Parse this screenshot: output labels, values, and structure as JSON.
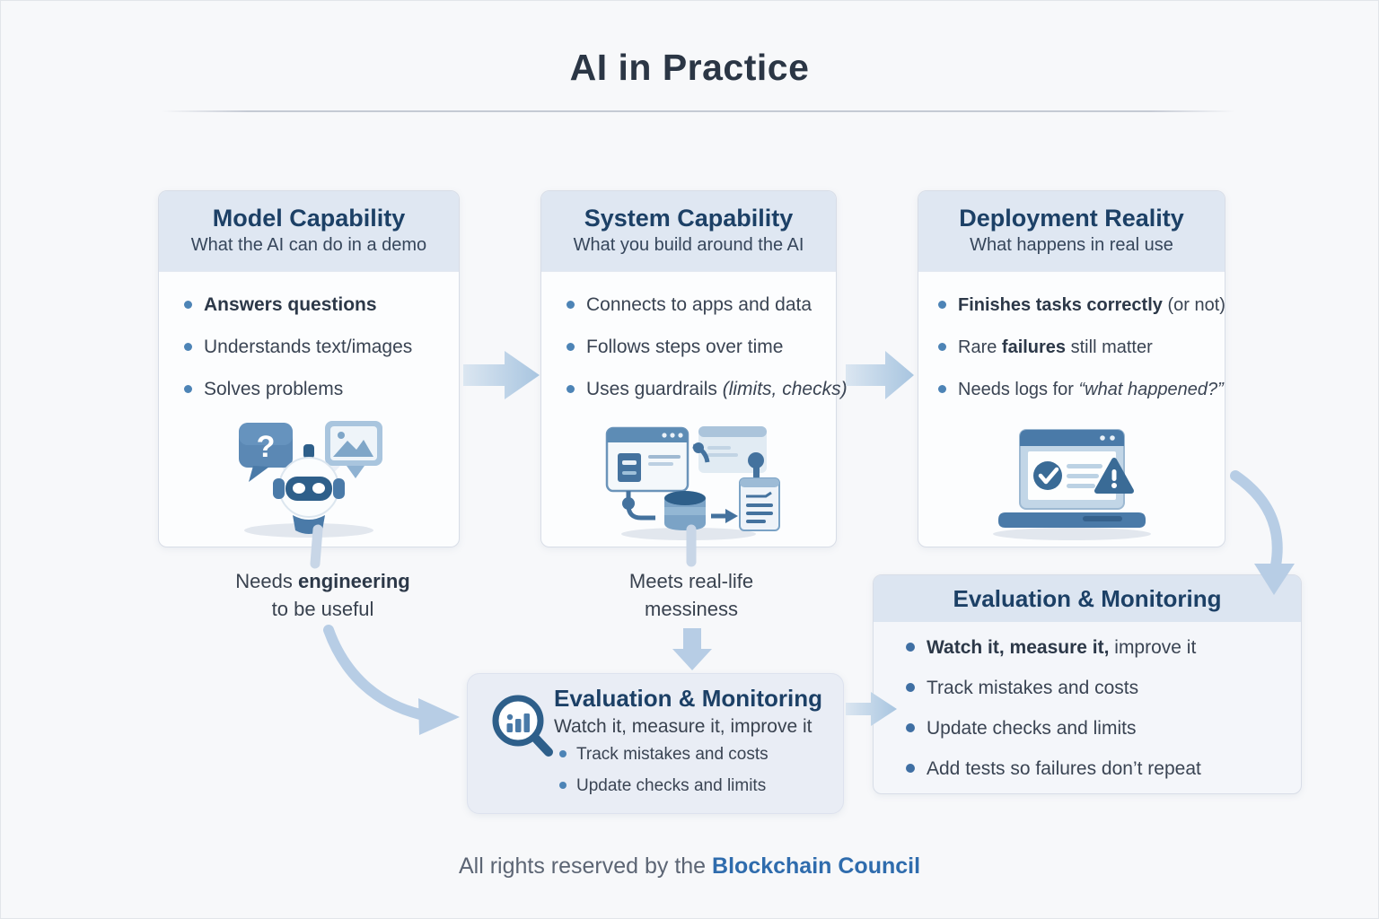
{
  "page": {
    "title": "AI in Practice",
    "footer_prefix": "All rights reserved by the ",
    "footer_brand": "Blockchain Council"
  },
  "colors": {
    "navy": "#1c4066",
    "page_title": "#2b3645",
    "body_text": "#3a4453",
    "bullet_dot": "#4d84b6",
    "arrow_blue": "#b7cde5",
    "header_band": "#dfe7f2",
    "brand_blue": "#2f6cad",
    "icon_dark_blue": "#2e5f8a",
    "icon_mid_blue": "#4a7aa8"
  },
  "cards": {
    "model": {
      "title": "Model Capability",
      "subtitle": "What the AI can do in a demo",
      "icon": "robot-chat-icon",
      "bullets": [
        {
          "segments": [
            {
              "t": "Answers questions",
              "s": "b"
            }
          ]
        },
        {
          "segments": [
            {
              "t": "Understands text/images",
              "s": "r"
            }
          ]
        },
        {
          "segments": [
            {
              "t": "Solves problems",
              "s": "r"
            }
          ]
        }
      ],
      "note_line1": [
        {
          "t": "Needs ",
          "s": "r"
        },
        {
          "t": "engineering",
          "s": "b"
        }
      ],
      "note_line2": [
        {
          "t": "to be useful",
          "s": "r"
        }
      ]
    },
    "system": {
      "title": "System Capability",
      "subtitle": "What you build around the AI",
      "icon": "apps-data-flow-icon",
      "bullets": [
        {
          "segments": [
            {
              "t": "Connects to apps and data",
              "s": "r"
            }
          ]
        },
        {
          "segments": [
            {
              "t": "Follows steps over time",
              "s": "r"
            }
          ]
        },
        {
          "segments": [
            {
              "t": "Uses guardrails ",
              "s": "r"
            },
            {
              "t": "(limits, checks)",
              "s": "i"
            }
          ]
        }
      ],
      "note_line1": [
        {
          "t": "Meets real-life",
          "s": "r"
        }
      ],
      "note_line2": [
        {
          "t": "messiness",
          "s": "r"
        }
      ]
    },
    "deployment": {
      "title": "Deployment Reality",
      "subtitle": "What happens in real use",
      "icon": "laptop-status-icon",
      "bullets": [
        {
          "segments": [
            {
              "t": "Finishes tasks correctly",
              "s": "b"
            },
            {
              "t": " (or not)",
              "s": "r"
            }
          ]
        },
        {
          "segments": [
            {
              "t": "Rare ",
              "s": "r"
            },
            {
              "t": "failures",
              "s": "b"
            },
            {
              "t": " still matter",
              "s": "r"
            }
          ]
        },
        {
          "segments": [
            {
              "t": "Needs logs for ",
              "s": "r"
            },
            {
              "t": "“what happened?”",
              "s": "i"
            }
          ]
        }
      ]
    }
  },
  "eval_center": {
    "title": "Evaluation & Monitoring",
    "subtitle": "Watch it, measure it, improve it",
    "icon": "magnifier-chart-icon",
    "bullets": [
      {
        "segments": [
          {
            "t": "Track mistakes and costs",
            "s": "r"
          }
        ]
      },
      {
        "segments": [
          {
            "t": "Update checks and limits",
            "s": "r"
          }
        ]
      }
    ]
  },
  "eval_right": {
    "title": "Evaluation & Monitoring",
    "bullets": [
      {
        "segments": [
          {
            "t": "Watch it, measure it,",
            "s": "b"
          },
          {
            "t": " improve it",
            "s": "r"
          }
        ]
      },
      {
        "segments": [
          {
            "t": "Track mistakes and costs",
            "s": "r"
          }
        ]
      },
      {
        "segments": [
          {
            "t": "Update checks and limits",
            "s": "r"
          }
        ]
      },
      {
        "segments": [
          {
            "t": "Add tests so failures don’t repeat",
            "s": "r"
          }
        ]
      }
    ]
  }
}
